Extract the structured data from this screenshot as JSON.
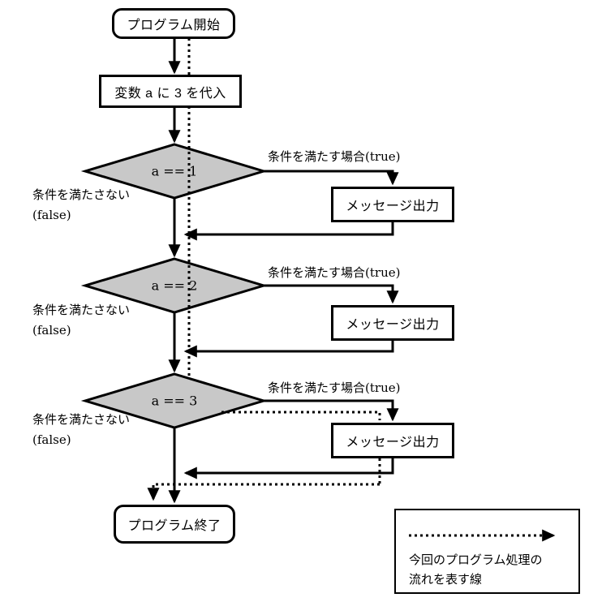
{
  "diagram": {
    "nodes": {
      "start": {
        "label": "プログラム開始"
      },
      "assign": {
        "label": "変数 a に 3 を代入"
      },
      "decision1": {
        "label": "a == 1"
      },
      "decision2": {
        "label": "a == 2"
      },
      "decision3": {
        "label": "a == 3"
      },
      "message1": {
        "label": "メッセージ出力"
      },
      "message2": {
        "label": "メッセージ出力"
      },
      "message3": {
        "label": "メッセージ出力"
      },
      "end": {
        "label": "プログラム終了"
      }
    },
    "edge_labels": {
      "true_jp": "条件を満たす場合",
      "true_en": "(true)",
      "false_jp": "条件を満たさない",
      "false_en": "(false)"
    },
    "legend": {
      "caption_line1": "今回のプログラム処理の",
      "caption_line2": "流れを表す線"
    },
    "colors": {
      "line": "#000000",
      "decision_fill": "#c8c8c8",
      "background": "#ffffff"
    }
  }
}
